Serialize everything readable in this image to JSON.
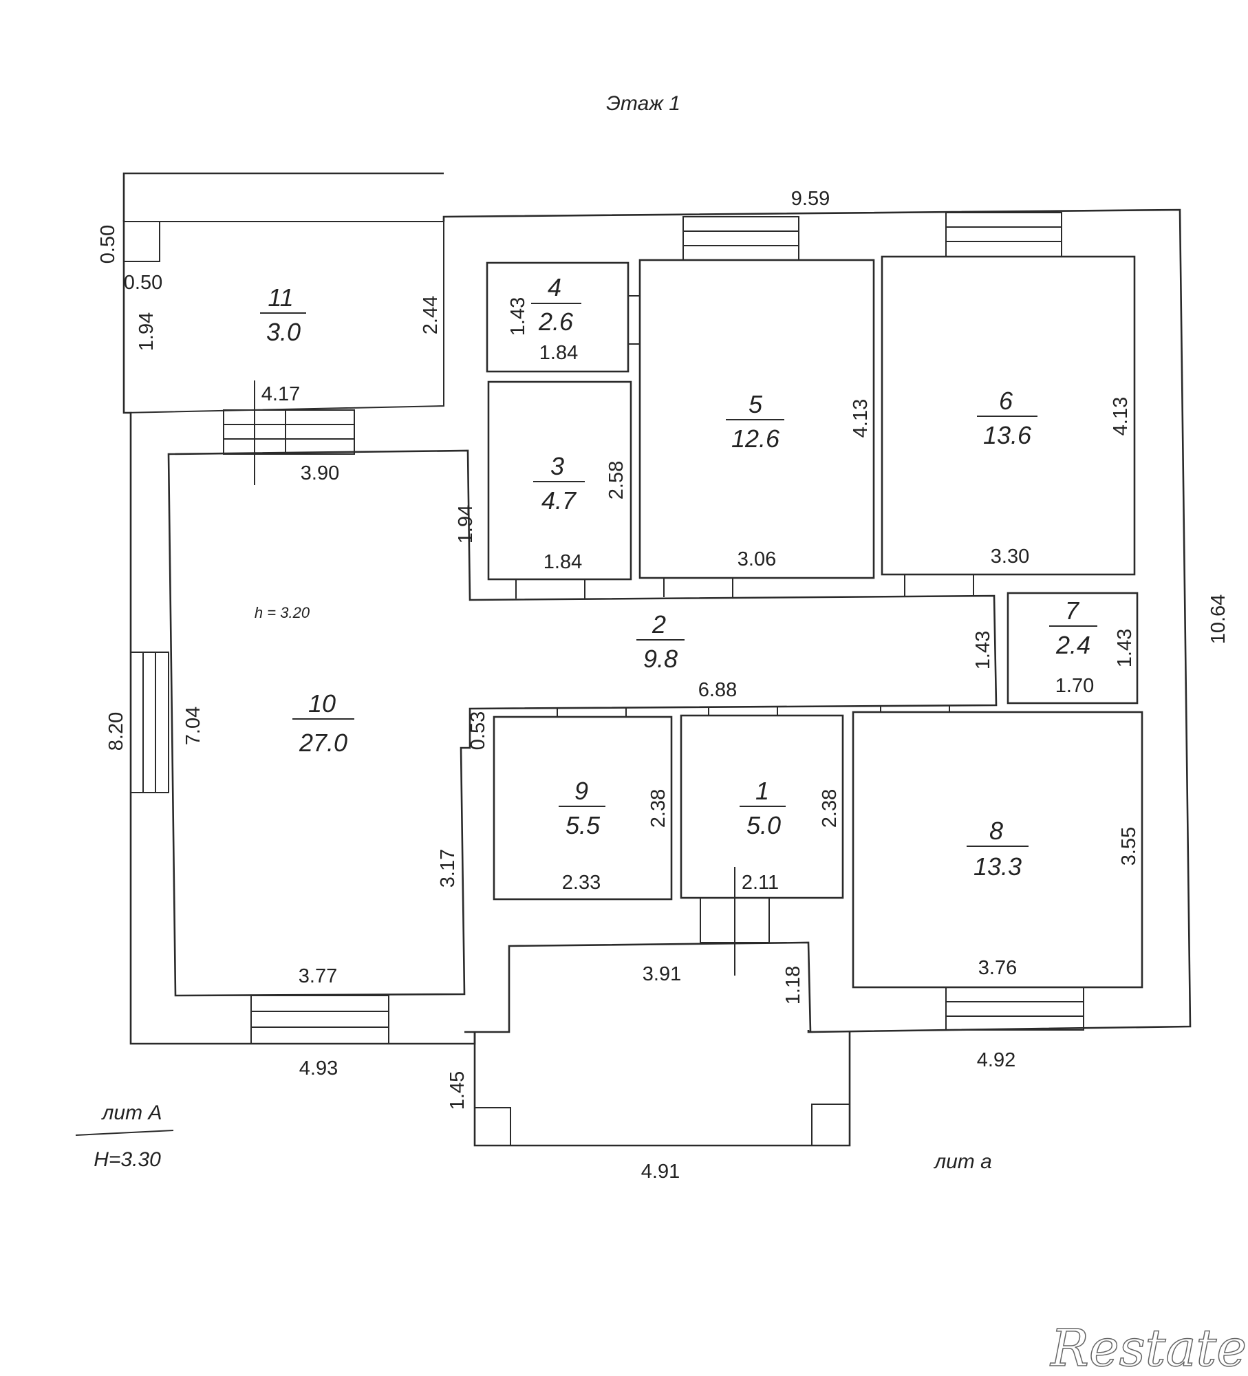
{
  "floor_title": "Этаж 1",
  "rooms": [
    {
      "id": "1",
      "num": "1",
      "area": "5.0"
    },
    {
      "id": "2",
      "num": "2",
      "area": "9.8"
    },
    {
      "id": "3",
      "num": "3",
      "area": "4.7"
    },
    {
      "id": "4",
      "num": "4",
      "area": "2.6"
    },
    {
      "id": "5",
      "num": "5",
      "area": "12.6"
    },
    {
      "id": "6",
      "num": "6",
      "area": "13.6"
    },
    {
      "id": "7",
      "num": "7",
      "area": "2.4"
    },
    {
      "id": "8",
      "num": "8",
      "area": "13.3"
    },
    {
      "id": "9",
      "num": "9",
      "area": "5.5"
    },
    {
      "id": "10",
      "num": "10",
      "area": "27.0"
    },
    {
      "id": "11",
      "num": "11",
      "area": "3.0"
    }
  ],
  "dimensions": {
    "overall_top": "9.59",
    "overall_right": "10.64",
    "left_outer": "8.20",
    "corner_v": "0.50",
    "corner_h": "0.50",
    "r11_left": "1.94",
    "r11_right": "2.44",
    "r11_bottom": "4.17",
    "r4_left": "1.43",
    "r4_bottom": "1.84",
    "r3_right": "2.58",
    "r3_bottom": "1.84",
    "r5_right": "4.13",
    "r5_bottom": "3.06",
    "r6_right": "4.13",
    "r6_bottom": "3.30",
    "r10_top": "3.90",
    "r10_left": "7.04",
    "r10_right_top": "1.94",
    "r10_step": "0.53",
    "r10_right_bottom": "3.17",
    "r10_bottom": "3.77",
    "corr_len": "6.88",
    "corr_h": "1.43",
    "r7_h": "1.43",
    "r7_w": "1.70",
    "r9_h": "2.38",
    "r9_w": "2.33",
    "r1_h": "2.38",
    "r1_w": "2.11",
    "r8_h": "3.55",
    "r8_w": "3.76",
    "hall_w": "3.91",
    "hall_h": "1.18",
    "bottom_left": "4.93",
    "bottom_right": "4.92",
    "porch_h": "1.45",
    "porch_w": "4.91"
  },
  "ceiling_height": "h = 3.20",
  "lit_a_main": "лит А",
  "lit_a_height": "H=3.30",
  "lit_a_annex": "лит а",
  "watermark": "Restate"
}
